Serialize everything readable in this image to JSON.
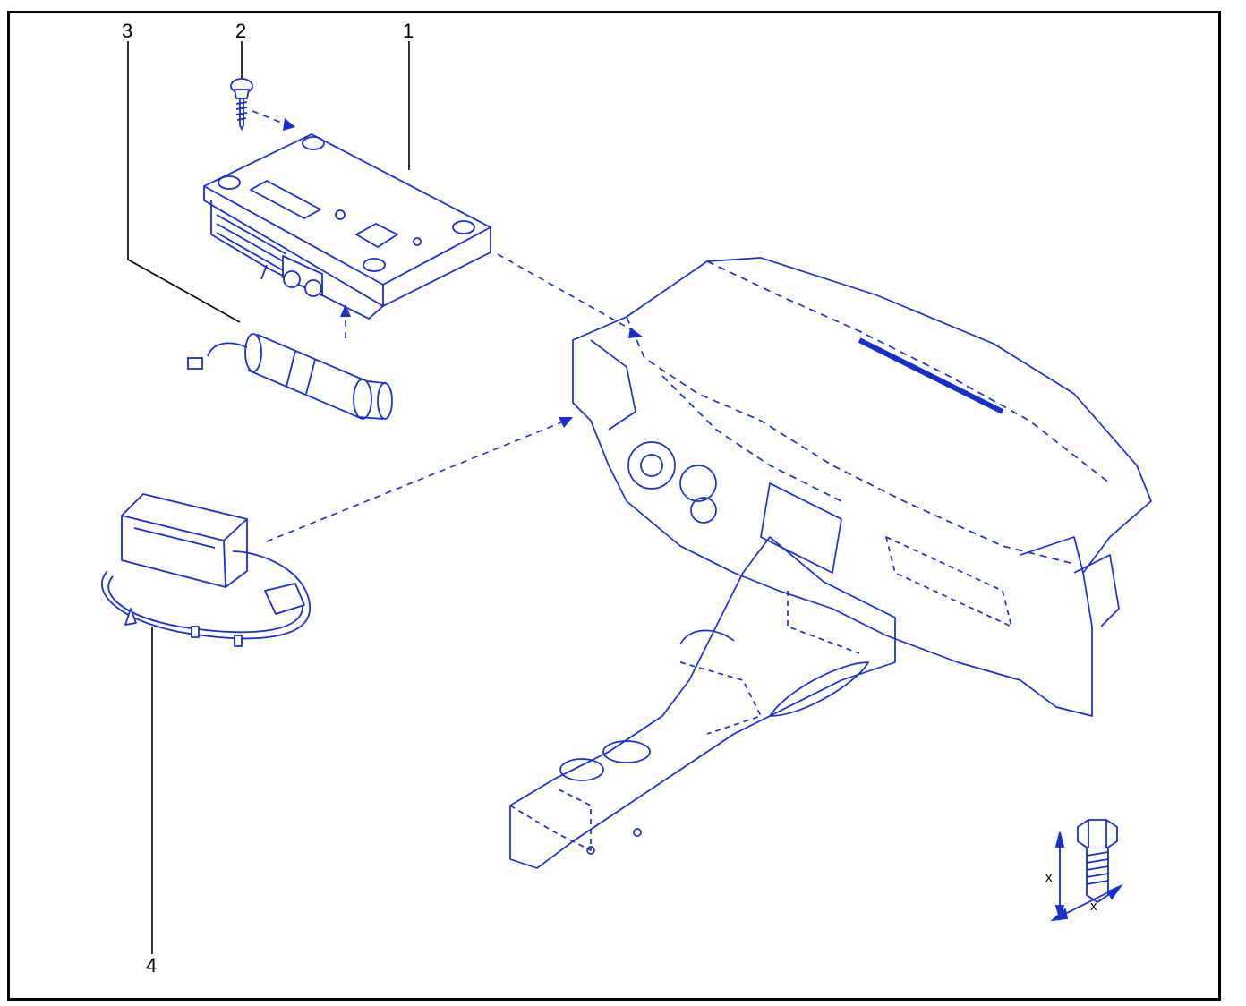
{
  "callouts": {
    "c1": "1",
    "c2": "2",
    "c3": "3",
    "c4": "4"
  },
  "legend": {
    "x_left": "x",
    "x_right": "x"
  },
  "colors": {
    "line_art": "#1a2ec8",
    "frame": "#000000",
    "leader": "#000000"
  },
  "icons": {
    "fastener": "bolt-length-icon"
  }
}
